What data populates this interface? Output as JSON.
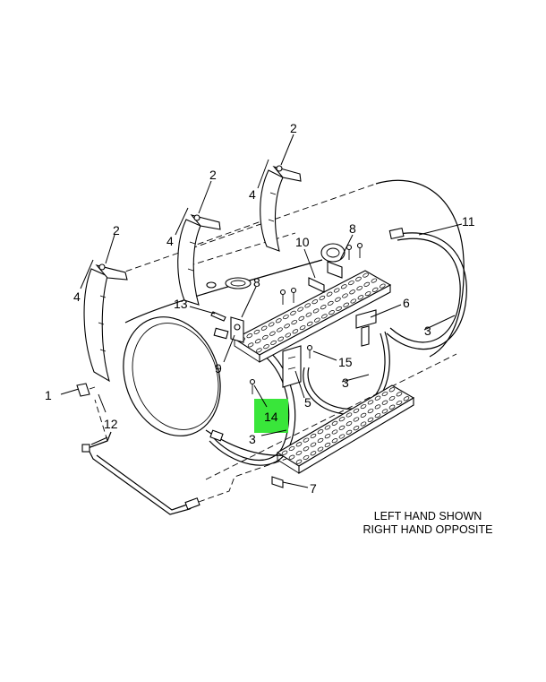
{
  "callouts": {
    "c1": "1",
    "c2a": "2",
    "c2b": "2",
    "c2c": "2",
    "c3a": "3",
    "c3b": "3",
    "c3c": "3",
    "c4a": "4",
    "c4b": "4",
    "c4c": "4",
    "c5": "5",
    "c6": "6",
    "c7": "7",
    "c8a": "8",
    "c8b": "8",
    "c9": "9",
    "c10": "10",
    "c11": "11",
    "c12": "12",
    "c13": "13",
    "c14": "14",
    "c15": "15"
  },
  "note": {
    "line1": "LEFT HAND SHOWN",
    "line2": "RIGHT HAND OPPOSITE"
  },
  "colors": {
    "highlight": "#39e63a",
    "line": "#000000",
    "background": "#ffffff"
  }
}
